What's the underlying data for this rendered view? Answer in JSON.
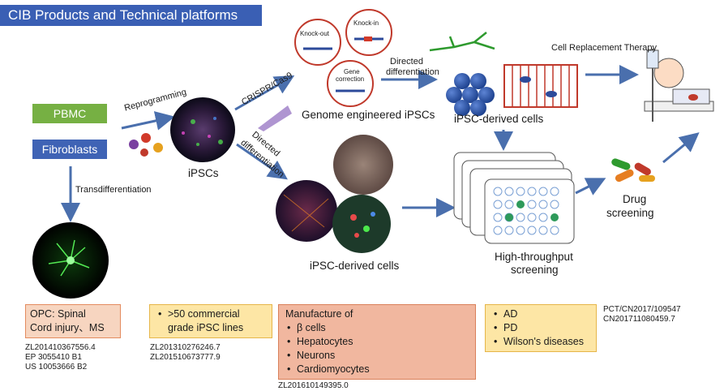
{
  "title": "CIB Products and Technical platforms",
  "sources": {
    "pbmc": "PBMC",
    "fibroblasts": "Fibroblasts"
  },
  "arrows": {
    "reprogramming": "Reprogramming",
    "transdifferentiation": "Transdifferentiation",
    "crispr": "CRISPR/Cas9",
    "directed_diff_lower_1": "Directed",
    "directed_diff_lower_2": "differentiation",
    "directed_diff_upper_1": "Directed",
    "directed_diff_upper_2": "differentiation"
  },
  "nodes": {
    "ipscs": "iPSCs",
    "genome_engineered": "Genome engineered iPSCs",
    "ipsc_derived_top": "iPSC-derived cells",
    "ipsc_derived_bottom": "iPSC-derived cells",
    "cell_replacement": "Cell Replacement Therapy",
    "hts_1": "High-throughput",
    "hts_2": "screening",
    "drug_1": "Drug",
    "drug_2": "screening"
  },
  "circles": {
    "knock_out": "Knock-out",
    "knock_in": "Knock-in",
    "gene_corr_1": "Gene",
    "gene_corr_2": "correction"
  },
  "panels": {
    "opc": {
      "line1": "OPC: Spinal",
      "line2": "Cord injury、MS"
    },
    "opc_patents": [
      "ZL201410367556.4",
      "EP 3055410 B1",
      "US 10053666 B2"
    ],
    "ipsc_lines": {
      "line1": ">50 commercial",
      "line2": "grade iPSC lines"
    },
    "ipsc_patents": [
      "ZL201310276246.7",
      "ZL201510673777.9"
    ],
    "manufacture": {
      "heading": "Manufacture of",
      "items": [
        "β cells",
        "Hepatocytes",
        "Neurons",
        "Cardiomyocytes"
      ]
    },
    "manufacture_patent": "ZL201610149395.0",
    "diseases": [
      "AD",
      "PD",
      "Wilson's diseases"
    ],
    "disease_patents": [
      "PCT/CN2017/109547",
      "CN201711080459.7"
    ]
  },
  "colors": {
    "arrow": "#4a6fad",
    "title_bg": "#3a5fb4",
    "pbmc": "#76b043",
    "fibroblasts": "#3f63b5"
  }
}
